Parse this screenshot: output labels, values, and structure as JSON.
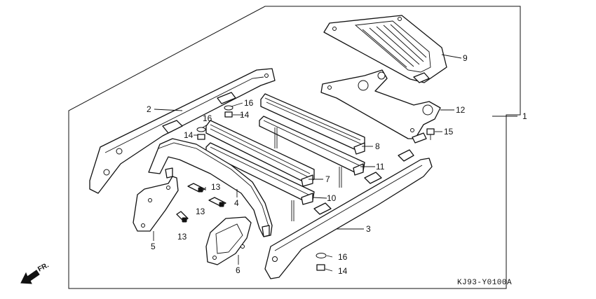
{
  "diagram": {
    "code": "KJ93-Y0100A",
    "direction_label": "FR.",
    "callouts": [
      "1",
      "2",
      "3",
      "4",
      "5",
      "6",
      "7",
      "8",
      "9",
      "10",
      "11",
      "12",
      "13",
      "14",
      "15",
      "16"
    ],
    "callout_13b": "13",
    "callout_13c": "13",
    "callout_14b": "14",
    "callout_14c": "14",
    "callout_16b": "16",
    "callout_16c": "16"
  }
}
